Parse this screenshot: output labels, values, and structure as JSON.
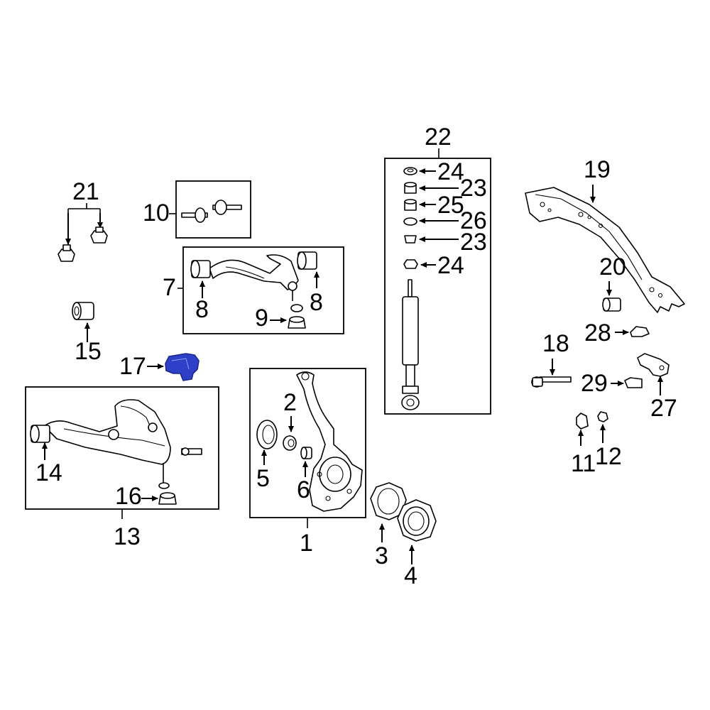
{
  "colors": {
    "highlight": "#2f3fc8",
    "line": "#000000",
    "background": "#ffffff"
  },
  "callouts": {
    "c1": "1",
    "c2": "2",
    "c3": "3",
    "c4": "4",
    "c5": "5",
    "c6": "6",
    "c7": "7",
    "c8a": "8",
    "c8b": "8",
    "c9": "9",
    "c10": "10",
    "c11": "11",
    "c12": "12",
    "c13": "13",
    "c14": "14",
    "c15": "15",
    "c16": "16",
    "c17": "17",
    "c18": "18",
    "c19": "19",
    "c20": "20",
    "c21": "21",
    "c22": "22",
    "c23a": "23",
    "c23b": "23",
    "c24a": "24",
    "c24b": "24",
    "c25": "25",
    "c26": "26",
    "c27": "27",
    "c28": "28",
    "c29": "29"
  },
  "highlighted_part": "17"
}
